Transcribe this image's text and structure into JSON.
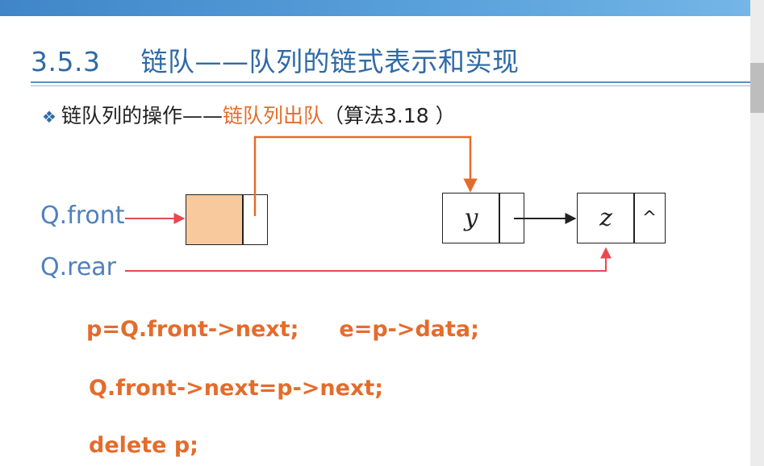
{
  "slide": {
    "section_number": "3.5.3",
    "section_title": "链队——队列的链式表示和实现",
    "subtitle_prefix": "链队列的操作——",
    "subtitle_highlight": "链队列出队",
    "subtitle_suffix": "（算法3.18 ）",
    "bullet_glyph": "❖"
  },
  "diagram": {
    "front_label": "Q.front",
    "rear_label": "Q.rear",
    "node_y_data": "y",
    "node_z_data": "z",
    "null_marker": "^"
  },
  "code": {
    "line1a": "p=Q.front->next;",
    "line1b": "e=p->data;",
    "line2": "Q.front->next=p->next;",
    "line3": "delete p;"
  },
  "colors": {
    "title": "#2f6aa6",
    "highlight": "#e46c2b",
    "pointer_label": "#4f80bf",
    "pointer_arrow": "#e8484f",
    "head_fill": "#f8c99d"
  }
}
